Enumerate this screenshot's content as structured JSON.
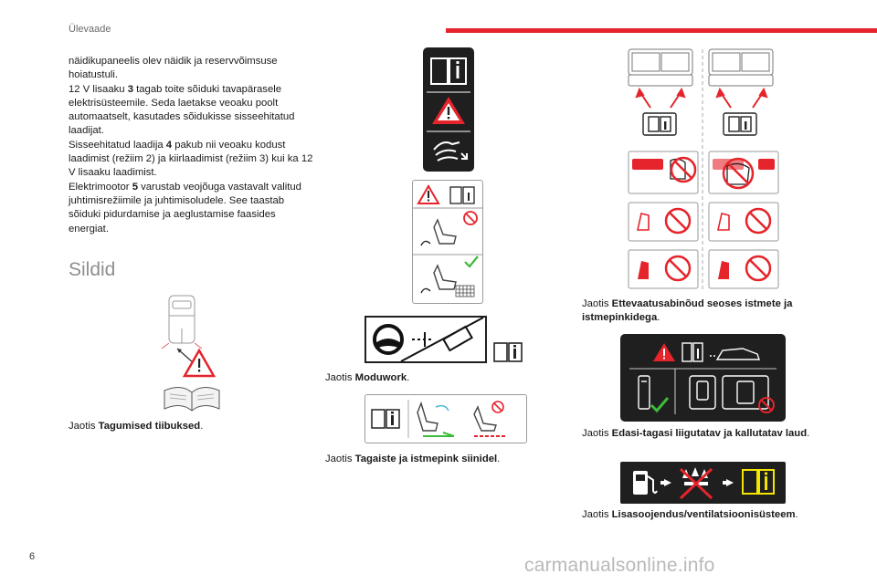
{
  "header": {
    "section_title": "Ülevaade",
    "accent_color": "#e5242b"
  },
  "footer": {
    "page_number": "6",
    "watermark": "carmanualsonline.info"
  },
  "body": {
    "p1": "näidikupaneelis olev näidik ja reservvõimsuse hoiatustuli.",
    "p2_before": "12 V lisaaku ",
    "p2_bold": "3",
    "p2_after": " tagab toite sõiduki tavapärasele elektrisüsteemile. Seda laetakse veoaku poolt automaatselt, kasutades sõidukisse sisseehitatud laadijat.",
    "p3_before": "Sisseehitatud laadija ",
    "p3_bold": "4",
    "p3_after": " pakub nii veoaku kodust laadimist (režiim 2) ja kiirlaadimist (režiim 3) kui ka 12 V lisaaku laadimist.",
    "p4_before": "Elektrimootor ",
    "p4_bold": "5",
    "p4_after": " varustab veojõuga vastavalt valitud juhtimisrežiimile ja juhtimisoludele. See taastab sõiduki pidurdamise ja aeglustamise faasides energiat."
  },
  "heading": "Sildid",
  "captions": {
    "prefix": "Jaotis ",
    "c1_bold": "Tagumised tiibuksed",
    "c2_bold": "Moduwork",
    "c3_bold": "Tagaiste ja istmepink siinidel",
    "c4_bold": "Ettevaatusabinõud seoses istmete ja istmepinkidega",
    "c5_bold": "Edasi-tagasi liigutatav ja kallutatav laud",
    "c6_bold": "Lisasoojendus/ventilatsioonisüsteem",
    "suffix": "."
  },
  "colors": {
    "warning_red": "#e5242b",
    "ok_green": "#3dbb3a",
    "label_dark": "#1f1f1f",
    "label_yellow": "#f2e600"
  },
  "icons": [
    "manual-book-icon",
    "warning-triangle-icon",
    "seat-icon",
    "steering-wheel-icon",
    "fuel-pump-icon",
    "fan-icon",
    "van-icon",
    "prohibited-icon",
    "check-icon"
  ]
}
